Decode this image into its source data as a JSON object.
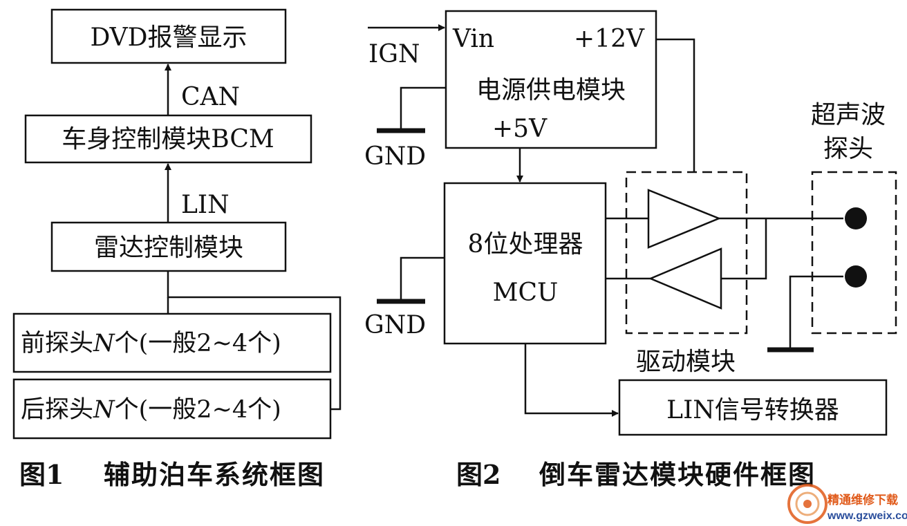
{
  "figure1": {
    "dvd_display": "DVD报警显示",
    "can_label": "CAN",
    "bcm": "车身控制模块BCM",
    "lin_label": "LIN",
    "radar_control": "雷达控制模块",
    "front_probe_prefix": "前探头",
    "rear_probe_prefix": "后探头",
    "probe_n": "N",
    "probe_suffix": "个(一般2~4个)",
    "caption_num": "图1",
    "caption_title": "辅助泊车系统框图"
  },
  "figure2": {
    "ign": "IGN",
    "vin": "Vin",
    "v12": "+12V",
    "power_module": "电源供电模块",
    "v5": "+5V",
    "gnd": "GND",
    "ultrasonic_line1": "超声波",
    "ultrasonic_line2": "探头",
    "mcu_line1": "8位处理器",
    "mcu_line2": "MCU",
    "driver_module": "驱动模块",
    "lin_converter": "LIN信号转换器",
    "caption_num": "图2",
    "caption_title": "倒车雷达模块硬件框图"
  },
  "watermark": {
    "site_name": "精通维修下载",
    "site_url": "www.gzweix.com",
    "accent": "#e05a1a",
    "blue": "#2a4e9c"
  }
}
